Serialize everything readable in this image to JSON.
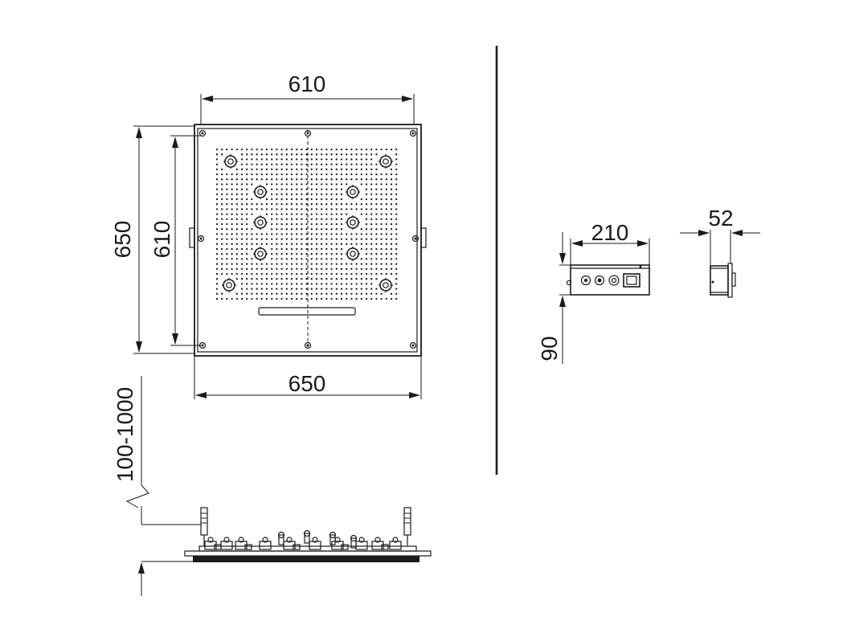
{
  "dimensions": {
    "top_width": "610",
    "outer_height": "650",
    "inner_height": "610",
    "bottom_width": "650",
    "drop_range": "100-1000",
    "box_width": "210",
    "box_height": "90",
    "box_depth": "52"
  }
}
